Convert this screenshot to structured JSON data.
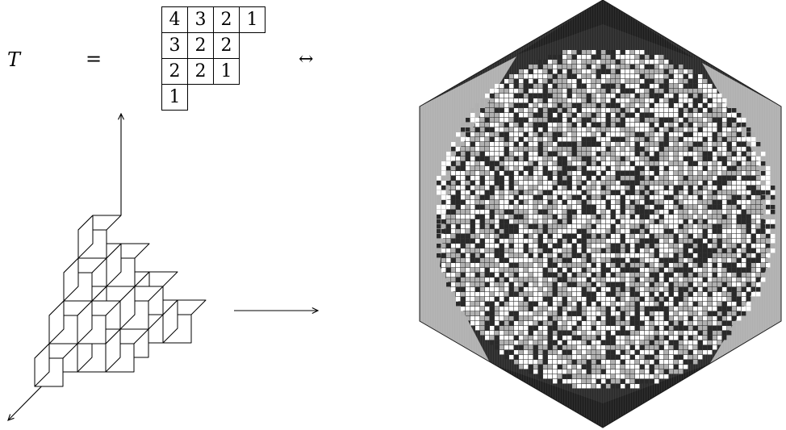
{
  "formula": {
    "lhs": "T",
    "equals": "=",
    "correspondence": "↔"
  },
  "tableau": {
    "rows": [
      [
        "4",
        "3",
        "2",
        "1"
      ],
      [
        "3",
        "2",
        "2"
      ],
      [
        "2",
        "2",
        "1"
      ],
      [
        "1"
      ]
    ]
  },
  "plane_partition": {
    "axes": [
      "vertical-axis",
      "horizontal-axis",
      "depth-axis"
    ],
    "heights": [
      [
        4,
        3,
        2,
        1
      ],
      [
        3,
        2,
        2
      ],
      [
        2,
        2,
        1
      ],
      [
        1
      ]
    ]
  },
  "random_tiling": {
    "shape": "hexagon",
    "shading": [
      "#ffffff",
      "#b0b0b0",
      "#2a2a2a"
    ]
  }
}
